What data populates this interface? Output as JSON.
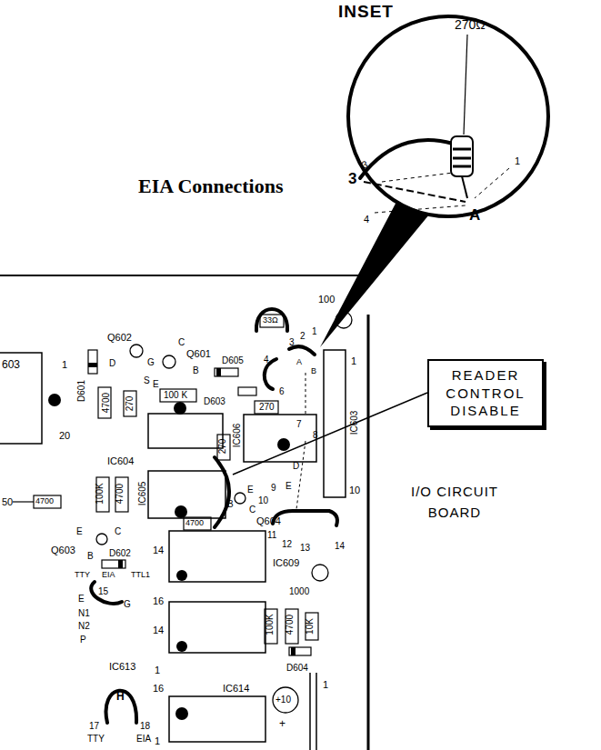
{
  "diagram": {
    "title": "EIA Connections",
    "nodes": [
      {
        "text": [
          "INSET"
        ]
      },
      {
        "text": [
          "READER CONTROL DISABLE"
        ]
      }
    ],
    "labels": [
      "270Ω",
      "3",
      "3",
      "1",
      "4",
      "A",
      "603",
      "1",
      "20",
      "Q602",
      "D",
      "G",
      "S",
      "C",
      "Q601",
      "B",
      "D601",
      "4700",
      "270",
      "E",
      "100 K",
      "D605",
      "D603",
      "33Ω",
      "100",
      "3",
      "2",
      "1",
      "4",
      "A",
      "B",
      "6",
      "7",
      "8",
      "270",
      "IC606",
      "IC603",
      "1",
      "10",
      "270",
      "IC604",
      "100K",
      "4700",
      "IC605",
      "E",
      "B",
      "C",
      "Q604",
      "9",
      "10",
      "D",
      "E",
      "11",
      "12",
      "13",
      "14",
      "50",
      "4700",
      "4700",
      "E",
      "C",
      "Q603",
      "B",
      "D602",
      "14",
      "IC609",
      "1000",
      "TTY",
      "EIA",
      "TTL1",
      "15",
      "16",
      "G",
      "E",
      "N1",
      "N2",
      "P",
      "14",
      "1",
      "100K",
      "4700",
      "10K",
      "D604",
      "IC613",
      "H",
      "17",
      "TTY",
      "18",
      "EIA",
      "16",
      "IC614",
      "1",
      "+10",
      "+",
      "1",
      "I/O CIRCUIT BOARD"
    ]
  }
}
